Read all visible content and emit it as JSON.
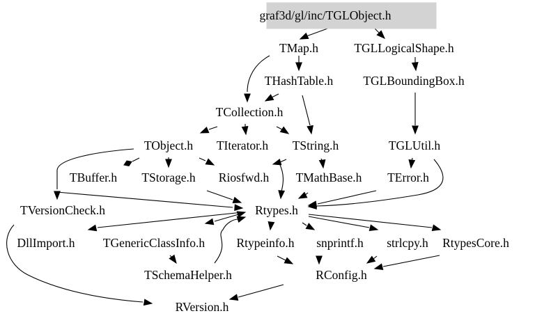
{
  "graph": {
    "type": "include-dependency-graph",
    "root": "graf3d/gl/inc/TGLObject.h",
    "colors": {
      "root_fill": "#d3d3d3",
      "edge": "#000000",
      "text": "#000000",
      "background": "#ffffff"
    },
    "nodes": [
      {
        "id": "root",
        "label": "graf3d/gl/inc/TGLObject.h",
        "highlighted": true
      },
      {
        "id": "tmap",
        "label": "TMap.h"
      },
      {
        "id": "tgllogicalshape",
        "label": "TGLLogicalShape.h"
      },
      {
        "id": "thashtable",
        "label": "THashTable.h"
      },
      {
        "id": "tglboundingbox",
        "label": "TGLBoundingBox.h"
      },
      {
        "id": "tcollection",
        "label": "TCollection.h"
      },
      {
        "id": "tobject",
        "label": "TObject.h"
      },
      {
        "id": "titerator",
        "label": "TIterator.h"
      },
      {
        "id": "tstring",
        "label": "TString.h"
      },
      {
        "id": "tglutil",
        "label": "TGLUtil.h"
      },
      {
        "id": "tbuffer",
        "label": "TBuffer.h"
      },
      {
        "id": "tstorage",
        "label": "TStorage.h"
      },
      {
        "id": "riosfwd",
        "label": "Riosfwd.h"
      },
      {
        "id": "tmathbase",
        "label": "TMathBase.h"
      },
      {
        "id": "terror",
        "label": "TError.h"
      },
      {
        "id": "tversioncheck",
        "label": "TVersionCheck.h"
      },
      {
        "id": "rtypes",
        "label": "Rtypes.h"
      },
      {
        "id": "dllimport",
        "label": "DllImport.h"
      },
      {
        "id": "tgenericclassinfo",
        "label": "TGenericClassInfo.h"
      },
      {
        "id": "rtypeinfo",
        "label": "Rtypeinfo.h"
      },
      {
        "id": "snprintf",
        "label": "snprintf.h"
      },
      {
        "id": "strlcpy",
        "label": "strlcpy.h"
      },
      {
        "id": "rtypescore",
        "label": "RtypesCore.h"
      },
      {
        "id": "tschemahelper",
        "label": "TSchemaHelper.h"
      },
      {
        "id": "rconfig",
        "label": "RConfig.h"
      },
      {
        "id": "rversion",
        "label": "RVersion.h"
      }
    ],
    "edges": [
      {
        "from": "root",
        "to": "tmap"
      },
      {
        "from": "root",
        "to": "tgllogicalshape"
      },
      {
        "from": "tmap",
        "to": "thashtable"
      },
      {
        "from": "tmap",
        "to": "tcollection"
      },
      {
        "from": "tgllogicalshape",
        "to": "tglboundingbox"
      },
      {
        "from": "thashtable",
        "to": "tcollection"
      },
      {
        "from": "thashtable",
        "to": "tstring"
      },
      {
        "from": "tglboundingbox",
        "to": "tglutil"
      },
      {
        "from": "tcollection",
        "to": "tobject"
      },
      {
        "from": "tcollection",
        "to": "titerator"
      },
      {
        "from": "tcollection",
        "to": "tstring"
      },
      {
        "from": "tobject",
        "to": "tbuffer"
      },
      {
        "from": "tobject",
        "to": "tstorage"
      },
      {
        "from": "tobject",
        "to": "riosfwd"
      },
      {
        "from": "tobject",
        "to": "tversioncheck"
      },
      {
        "from": "tstring",
        "to": "riosfwd"
      },
      {
        "from": "tstring",
        "to": "tmathbase"
      },
      {
        "from": "tstring",
        "to": "rtypes"
      },
      {
        "from": "tglutil",
        "to": "terror"
      },
      {
        "from": "tglutil",
        "to": "rtypes"
      },
      {
        "from": "tstorage",
        "to": "rtypes"
      },
      {
        "from": "tmathbase",
        "to": "rtypes"
      },
      {
        "from": "terror",
        "to": "rtypes"
      },
      {
        "from": "tversioncheck",
        "to": "rtypes"
      },
      {
        "from": "tversioncheck",
        "to": "rversion"
      },
      {
        "from": "rtypes",
        "to": "dllimport"
      },
      {
        "from": "rtypes",
        "to": "tgenericclassinfo"
      },
      {
        "from": "rtypes",
        "to": "rtypeinfo"
      },
      {
        "from": "rtypes",
        "to": "snprintf"
      },
      {
        "from": "rtypes",
        "to": "strlcpy"
      },
      {
        "from": "rtypes",
        "to": "rtypescore"
      },
      {
        "from": "tgenericclassinfo",
        "to": "tschemahelper"
      },
      {
        "from": "tschemahelper",
        "to": "rtypes"
      },
      {
        "from": "rtypeinfo",
        "to": "rconfig"
      },
      {
        "from": "snprintf",
        "to": "rconfig"
      },
      {
        "from": "strlcpy",
        "to": "rconfig"
      },
      {
        "from": "rtypescore",
        "to": "rconfig"
      },
      {
        "from": "rconfig",
        "to": "rversion"
      }
    ]
  }
}
